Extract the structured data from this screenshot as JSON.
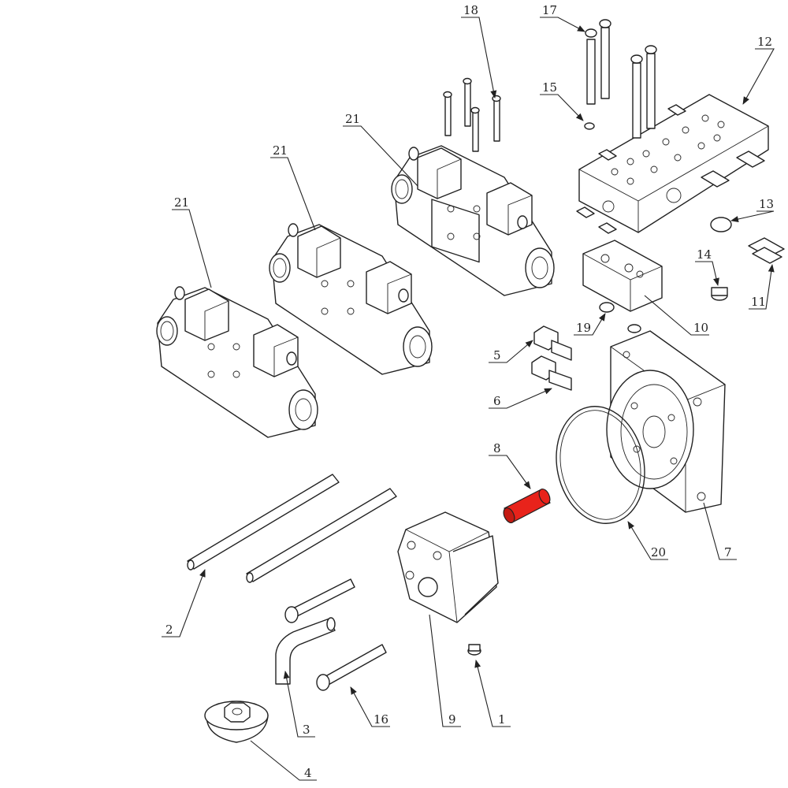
{
  "diagram": {
    "callouts": [
      {
        "id": "1",
        "label": "1"
      },
      {
        "id": "2",
        "label": "2"
      },
      {
        "id": "3",
        "label": "3"
      },
      {
        "id": "4",
        "label": "4"
      },
      {
        "id": "5",
        "label": "5"
      },
      {
        "id": "6",
        "label": "6"
      },
      {
        "id": "7",
        "label": "7"
      },
      {
        "id": "8",
        "label": "8"
      },
      {
        "id": "9",
        "label": "9"
      },
      {
        "id": "10",
        "label": "10"
      },
      {
        "id": "11",
        "label": "11"
      },
      {
        "id": "12",
        "label": "12"
      },
      {
        "id": "13",
        "label": "13"
      },
      {
        "id": "14",
        "label": "14"
      },
      {
        "id": "15",
        "label": "15"
      },
      {
        "id": "16",
        "label": "16"
      },
      {
        "id": "17",
        "label": "17"
      },
      {
        "id": "18",
        "label": "18"
      },
      {
        "id": "19",
        "label": "19"
      },
      {
        "id": "20",
        "label": "20"
      },
      {
        "id": "21a",
        "label": "21"
      },
      {
        "id": "21b",
        "label": "21"
      },
      {
        "id": "21c",
        "label": "21"
      }
    ],
    "highlight_part": "8",
    "colors": {
      "highlight": "#e8231b",
      "line": "#222222",
      "background": "#ffffff"
    }
  }
}
